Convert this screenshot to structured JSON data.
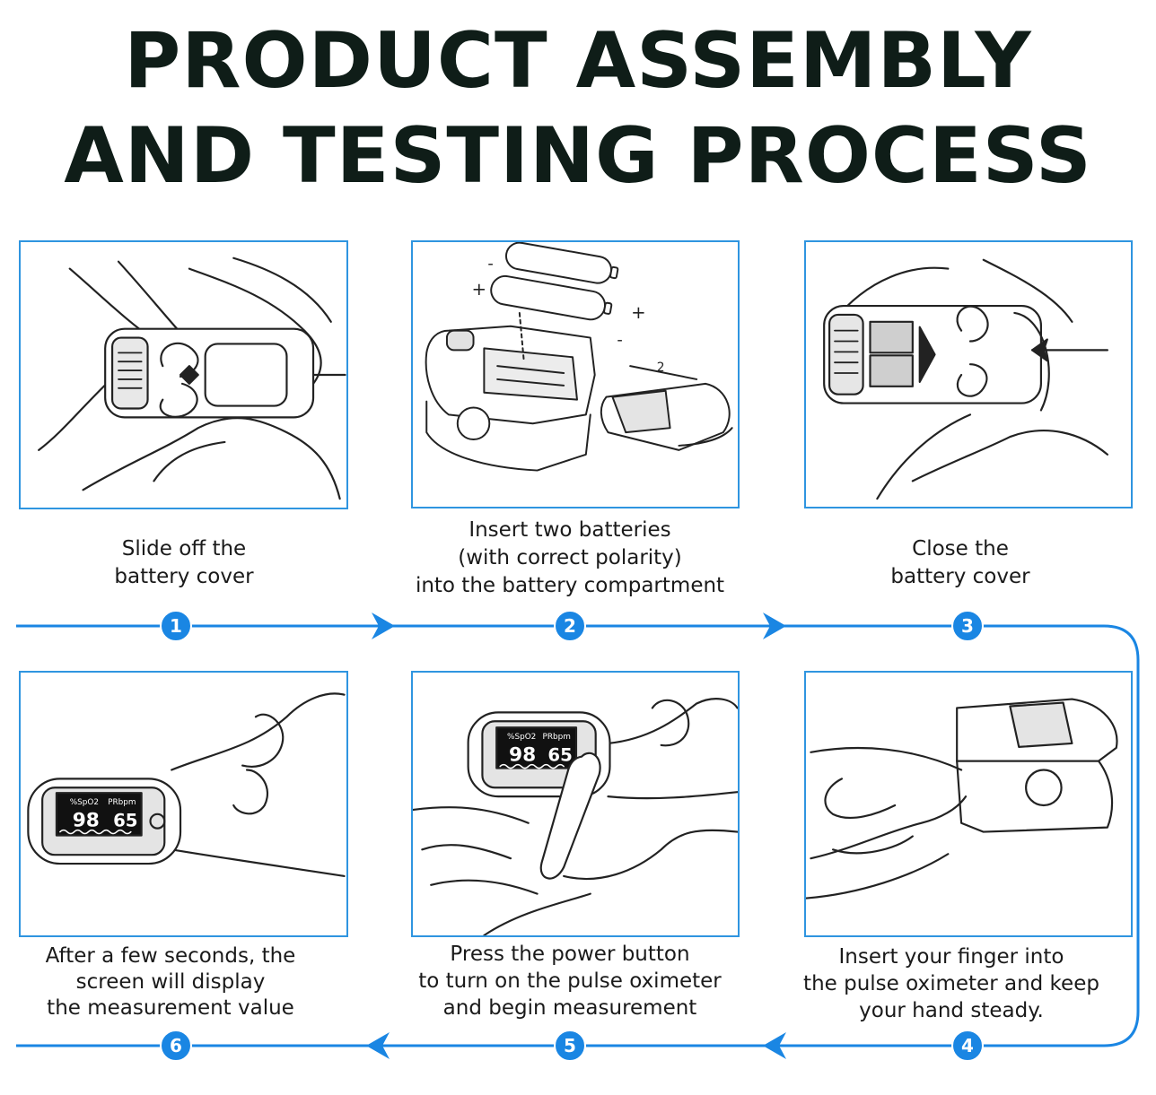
{
  "title": {
    "line1": "PRODUCT ASSEMBLY",
    "line2": "AND TESTING PROCESS"
  },
  "steps": [
    {
      "number": "1",
      "caption": [
        "Slide off the",
        "battery cover"
      ]
    },
    {
      "number": "2",
      "caption": [
        "Insert two batteries",
        "(with correct polarity)",
        "into the battery compartment"
      ]
    },
    {
      "number": "3",
      "caption": [
        "Close the",
        "battery cover"
      ]
    },
    {
      "number": "4",
      "caption": [
        "Insert your finger into",
        "the pulse oximeter and keep",
        "your hand steady."
      ]
    },
    {
      "number": "5",
      "caption": [
        "Press the power button",
        "to turn on the pulse oximeter",
        "and begin measurement"
      ]
    },
    {
      "number": "6",
      "caption": [
        "After a few seconds, the",
        "screen will display",
        "the measurement value"
      ]
    }
  ],
  "display": {
    "spo2_label": "%SpO2",
    "pr_label": "PRbpm",
    "spo2_value": "98",
    "pr_value": "65"
  },
  "battery_marks": {
    "plus": "+",
    "minus": "-",
    "cover_number": "2"
  },
  "colors": {
    "accent": "#1a86e3",
    "frame": "#2f95e0",
    "title": "#0f1d18"
  }
}
